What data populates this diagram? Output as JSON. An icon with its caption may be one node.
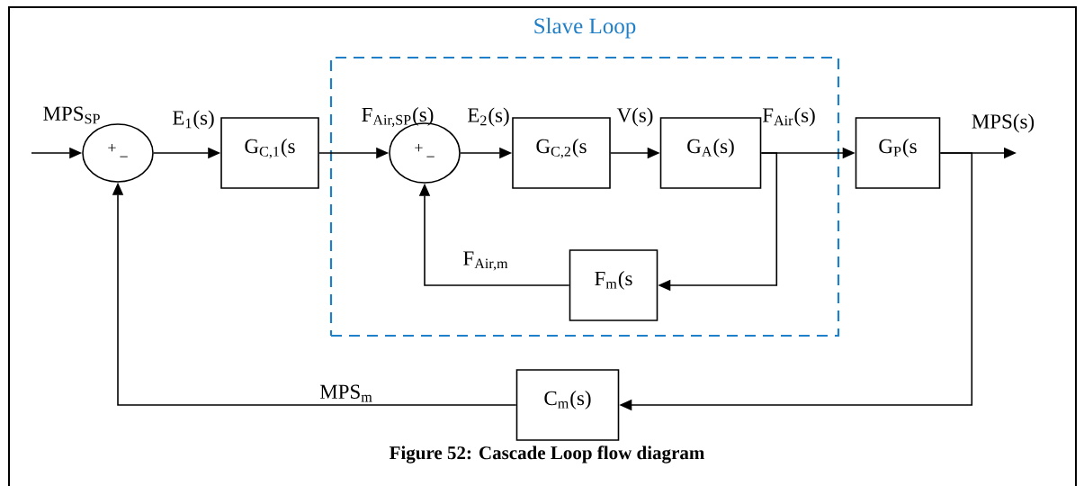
{
  "diagram": {
    "caption": "Figure 52: Cascade Loop flow diagram",
    "nodes": [
      {
        "text": [
          "Slave Loop"
        ]
      },
      {
        "text": [
          "+",
          "−"
        ]
      },
      {
        "text": [
          "G$_{C,1}$(s"
        ]
      },
      {
        "text": [
          "+",
          "−"
        ],
        "in": 0
      },
      {
        "text": [
          "G$_{C,2}$(s"
        ],
        "in": 0
      },
      {
        "text": [
          "G$_{A}$(s)"
        ],
        "in": 0
      },
      {
        "text": [
          "F$_{m}$(s"
        ],
        "in": 0
      },
      {
        "text": [
          "G$_{P}$(s"
        ]
      },
      {
        "text": [
          "C$_{m}$(s)"
        ]
      }
    ],
    "edges": [
      {
        "from": null,
        "to": 1,
        "arrow": "to",
        "label": "MPS$_{SP}$"
      },
      {
        "from": 1,
        "to": 2,
        "arrow": "to",
        "label": "E$_{1}$(s)"
      },
      {
        "from": 2,
        "to": 3,
        "arrow": "to",
        "label": "F$_{Air,SP}$(s)"
      },
      {
        "from": 3,
        "to": 4,
        "arrow": "to",
        "label": "E$_{2}$(s)"
      },
      {
        "from": 4,
        "to": 5,
        "arrow": "to",
        "label": "V(s)"
      },
      {
        "from": 5,
        "to": 7,
        "arrow": "to",
        "label": "F$_{Air}$(s)"
      },
      {
        "from": 5,
        "to": 6,
        "arrow": "to"
      },
      {
        "from": 6,
        "to": 3,
        "arrow": "to",
        "label": "F$_{Air,m}$"
      },
      {
        "from": 7,
        "to": null,
        "arrow": "to",
        "label": "MPS(s)"
      },
      {
        "from": 7,
        "to": 8,
        "arrow": "to"
      },
      {
        "from": 8,
        "to": 1,
        "arrow": "to",
        "label": "MPS$_{m}$"
      }
    ]
  }
}
